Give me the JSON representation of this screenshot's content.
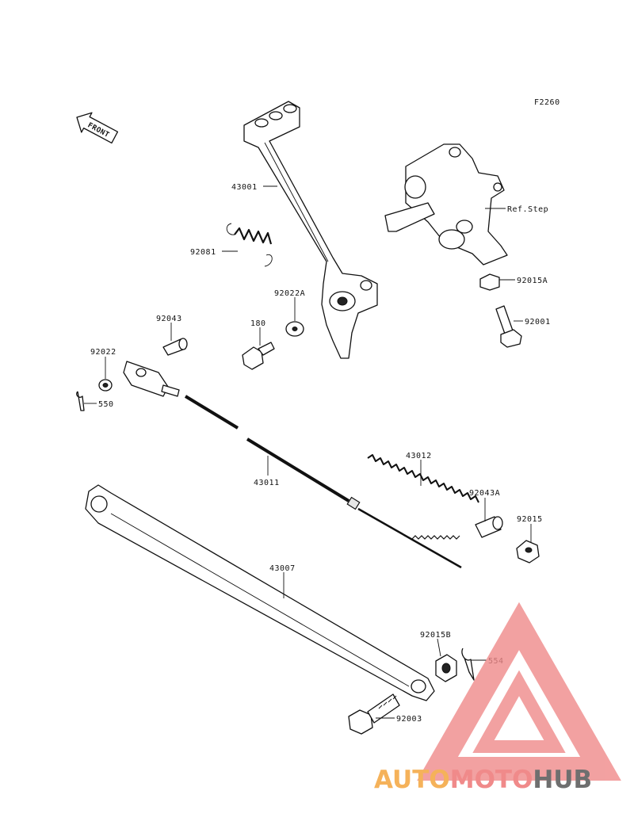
{
  "figure_code": "F2260",
  "front_label": "FRONT",
  "ref_label": "Ref.Step",
  "parts": {
    "brake_pedal": "43001",
    "spring": "92081",
    "washer": "92022A",
    "bolt_180": "180",
    "pin": "92043",
    "washer_small": "92022",
    "cotter_pin": "550",
    "nut": "92015A",
    "bolt": "92001",
    "spring_rod": "43012",
    "collar": "92043A",
    "nut_small": "92015",
    "brake_rod": "43011",
    "lever": "43007",
    "nut_b": "92015B",
    "clip": "554",
    "bolt_lever": "92003"
  },
  "watermark": {
    "part1": "AUTO",
    "part2": "MOTO",
    "part3": "HUB",
    "color_auto": "#f5b25a",
    "color_moto": "#f08a8a",
    "color_hub": "#6f6f6f"
  }
}
